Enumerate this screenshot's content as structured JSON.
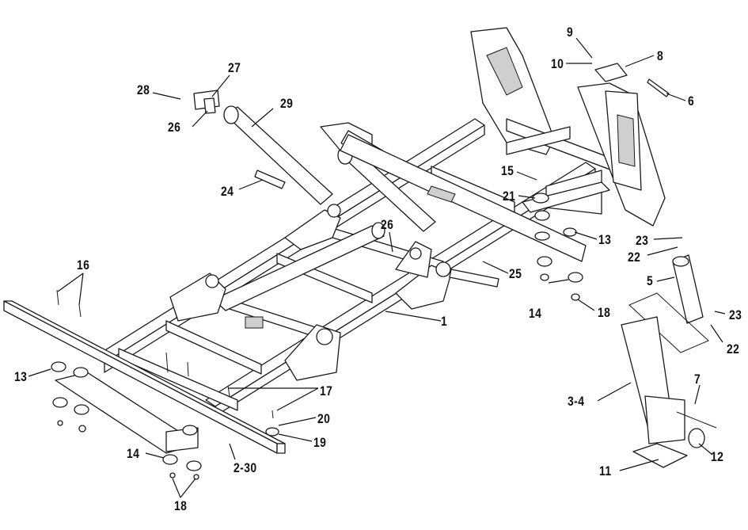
{
  "diagram": {
    "callouts": [
      {
        "id": "c27",
        "text": "27"
      },
      {
        "id": "c28",
        "text": "28"
      },
      {
        "id": "c29",
        "text": "29"
      },
      {
        "id": "c26a",
        "text": "26"
      },
      {
        "id": "c24",
        "text": "24"
      },
      {
        "id": "c26b",
        "text": "26"
      },
      {
        "id": "c25",
        "text": "25"
      },
      {
        "id": "c1",
        "text": "1"
      },
      {
        "id": "c16",
        "text": "16"
      },
      {
        "id": "c13a",
        "text": "13"
      },
      {
        "id": "c14a",
        "text": "14"
      },
      {
        "id": "c18a",
        "text": "18"
      },
      {
        "id": "c2_30",
        "text": "2-30"
      },
      {
        "id": "c17",
        "text": "17"
      },
      {
        "id": "c20",
        "text": "20"
      },
      {
        "id": "c19",
        "text": "19"
      },
      {
        "id": "c9",
        "text": "9"
      },
      {
        "id": "c10",
        "text": "10"
      },
      {
        "id": "c8",
        "text": "8"
      },
      {
        "id": "c6",
        "text": "6"
      },
      {
        "id": "c15",
        "text": "15"
      },
      {
        "id": "c21",
        "text": "21"
      },
      {
        "id": "c13b",
        "text": "13"
      },
      {
        "id": "c14b",
        "text": "14"
      },
      {
        "id": "c18b",
        "text": "18"
      },
      {
        "id": "c23a",
        "text": "23"
      },
      {
        "id": "c22a",
        "text": "22"
      },
      {
        "id": "c5",
        "text": "5"
      },
      {
        "id": "c23b",
        "text": "23"
      },
      {
        "id": "c22b",
        "text": "22"
      },
      {
        "id": "c3_4",
        "text": "3-4"
      },
      {
        "id": "c7",
        "text": "7"
      },
      {
        "id": "c11",
        "text": "11"
      },
      {
        "id": "c12",
        "text": "12"
      }
    ]
  }
}
